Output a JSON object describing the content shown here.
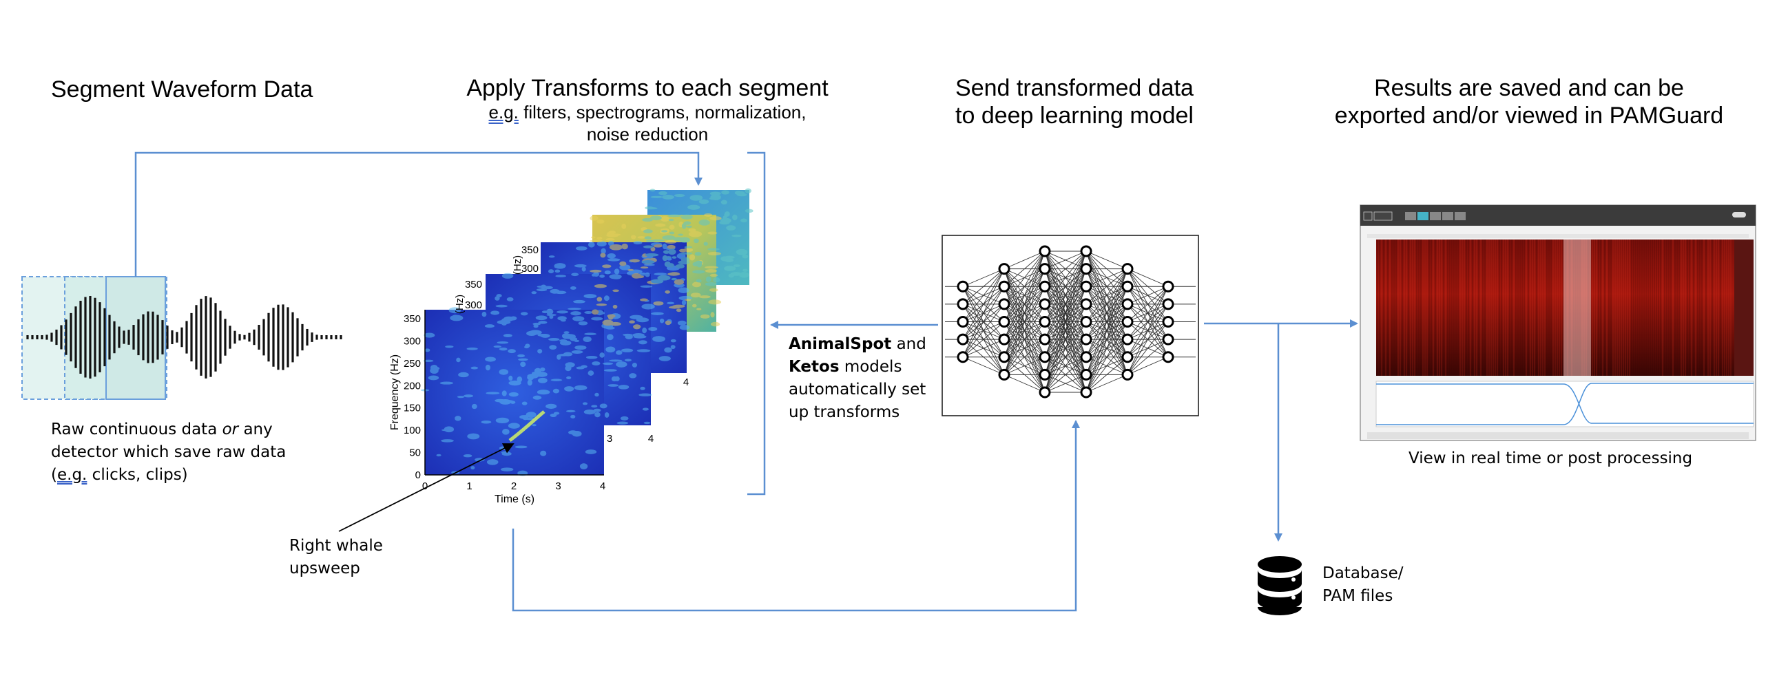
{
  "steps": {
    "segment": {
      "title": "Segment Waveform Data"
    },
    "transform": {
      "title": "Apply Transforms to each segment",
      "eg": "e.g.",
      "subtitle_rest": " filters, spectrograms, normalization,",
      "subtitle_line2": "noise reduction"
    },
    "model": {
      "title_line1": "Send transformed data",
      "title_line2": "to deep learning model"
    },
    "results": {
      "title_line1": "Results are saved and can be",
      "title_line2": "exported and/or viewed in PAMGuard"
    }
  },
  "waveform_caption": {
    "line1_a": "Raw continuous data ",
    "line1_or": "or",
    "line1_b": " any",
    "line2": "detector which save raw data",
    "line3_open": "(",
    "line3_eg": "e.g.",
    "line3_rest": " clicks, clips)"
  },
  "spectrogram": {
    "ylabel": "Frequency (Hz)",
    "xlabel": "Time (s)",
    "yticks": [
      "350",
      "300",
      "250",
      "200",
      "150",
      "100",
      "50",
      "0"
    ],
    "xticks": [
      "0",
      "1",
      "2",
      "3",
      "4"
    ],
    "back_ticks_a": [
      "350",
      "300"
    ],
    "back_ticks_b": [
      "350",
      "300"
    ],
    "back_hz": "(Hz)",
    "back_x": [
      "3",
      "4",
      "4"
    ]
  },
  "annotation": {
    "line1": "Right whale",
    "line2": "upsweep"
  },
  "auto_transform": {
    "animalspot": "AnimalSpot",
    "and": " and",
    "ketos": "Ketos",
    "models": " models",
    "line3": "automatically set",
    "line4": "up transforms"
  },
  "pamguard": {
    "caption": "View in real time or post processing"
  },
  "database": {
    "line1": "Database/",
    "line2": "PAM files"
  },
  "colors": {
    "arrow": "#5b8fd1",
    "segment_fill": "#e3f3f1",
    "segment_stroke": "#6a9fdc"
  }
}
